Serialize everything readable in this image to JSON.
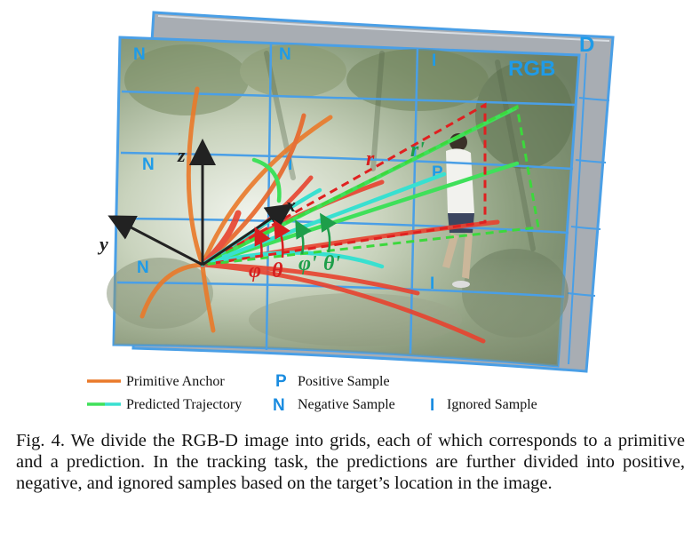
{
  "figure": {
    "panel_labels": {
      "depth": "D",
      "rgb": "RGB"
    },
    "grid_labels": [
      "N",
      "N",
      "I",
      "N",
      "I",
      "P",
      "N",
      "I"
    ],
    "axis_labels": {
      "z": "z",
      "y": "y",
      "x": "x"
    },
    "angle_labels": {
      "phi": "φ",
      "theta": "θ",
      "phi_prime": "φ'",
      "theta_prime": "θ'",
      "r": "r",
      "r_prime": "r'"
    },
    "legend": {
      "primitive_anchor": "Primitive Anchor",
      "predicted_trajectory": "Predicted Trajectory",
      "positive_glyph": "P",
      "positive_sample": "Positive Sample",
      "negative_glyph": "N",
      "negative_sample": "Negative Sample",
      "ignored_glyph": "I",
      "ignored_sample": "Ignored Sample"
    },
    "colors": {
      "grid_blue": "#4a9fe6",
      "label_blue": "#1f9be8",
      "anchor_orange": "#ea7a2a",
      "anchor_red": "#e8432f",
      "trajectory_green": "#3fe05a",
      "trajectory_cyan": "#38e0d0",
      "dashed_red": "#e02020",
      "dashed_green": "#3cd83c"
    }
  },
  "caption": "Fig. 4. We divide the RGB-D image into grids, each of which corresponds to a primitive and a prediction. In the tracking task, the predictions are further divided into positive, negative, and ignored samples based on the target’s location in the image."
}
